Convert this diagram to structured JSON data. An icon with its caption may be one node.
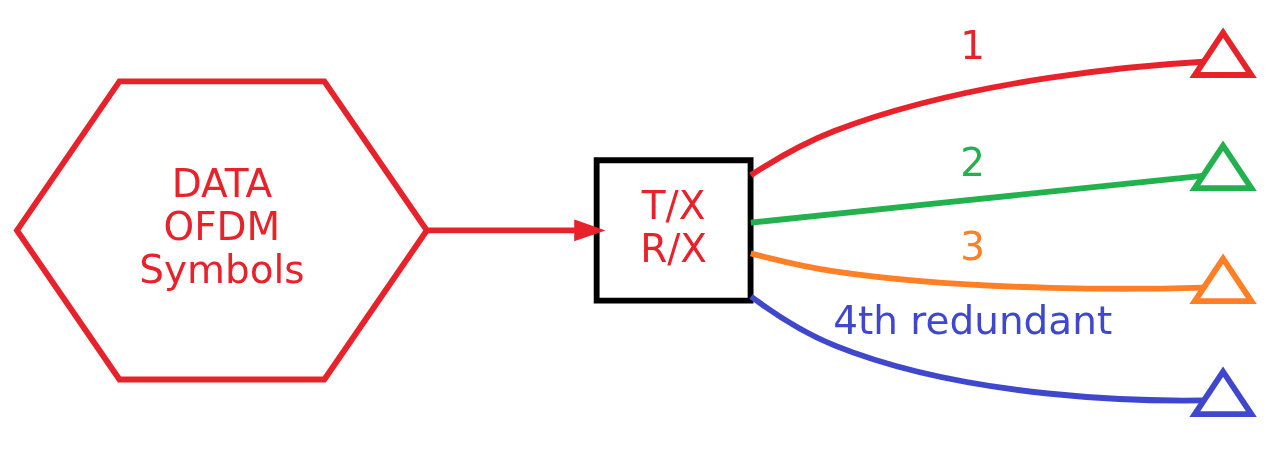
{
  "diagram": {
    "nodes": [
      {
        "text": [
          "DATA",
          "OFDM",
          "Symbols"
        ]
      },
      {
        "text": [
          "T/X",
          "R/X"
        ]
      },
      {
        "text": [],
        "shape": "triangle"
      },
      {
        "text": [],
        "shape": "triangle"
      },
      {
        "text": [],
        "shape": "triangle"
      },
      {
        "text": [],
        "shape": "triangle"
      }
    ],
    "edges": [
      {
        "from": 0,
        "to": 1,
        "arrow": "to",
        "color": "#e8222a"
      },
      {
        "from": 1,
        "to": 2,
        "arrow": "none",
        "label": "1",
        "color": "#e8222a"
      },
      {
        "from": 1,
        "to": 3,
        "arrow": "none",
        "label": "2",
        "color": "#22b14c"
      },
      {
        "from": 1,
        "to": 4,
        "arrow": "none",
        "label": "3",
        "color": "#ff7f27"
      },
      {
        "from": 1,
        "to": 5,
        "arrow": "none",
        "label": "4th redundant",
        "color": "#3f48cc"
      }
    ]
  }
}
